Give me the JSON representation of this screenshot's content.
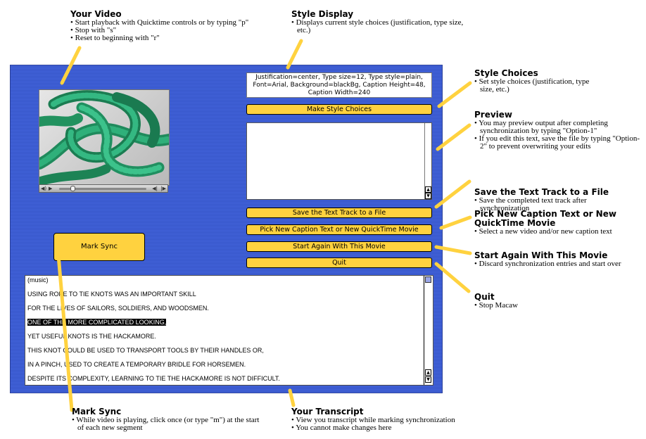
{
  "style_display": "Justification=center,  Type size=12, Type style=plain, Font=Arial, Background=blackBg, Caption Height=48, Caption Width=240",
  "buttons": {
    "make_style": "Make Style Choices",
    "save_track": "Save the Text Track to a File",
    "pick_new": "Pick New Caption Text or New QuickTime Movie",
    "start_again": "Start Again With This Movie",
    "quit": "Quit",
    "mark_sync": "Mark Sync"
  },
  "transcript": [
    "(music)",
    "USING ROPE TO TIE KNOTS WAS AN IMPORTANT SKILL",
    "FOR THE LIVES OF SAILORS, SOLDIERS, AND WOODSMEN.",
    "ONE OF THE MORE COMPLICATED LOOKING,",
    "YET USEFUL KNOTS IS THE HACKAMORE.",
    "THIS KNOT COULD BE USED TO TRANSPORT TOOLS BY THEIR HANDLES OR,",
    "IN A PINCH, USED TO CREATE A TEMPORARY BRIDLE FOR HORSEMEN.",
    "DESPITE ITS COMPLEXITY, LEARNING TO TIE THE HACKAMORE IS NOT DIFFICULT."
  ],
  "annotations": {
    "your_video": {
      "title": "Your Video",
      "items": [
        "Start playback with Quicktime controls or by typing \"p\"",
        "Stop with \"s\"",
        "Reset to beginning with \"r\""
      ]
    },
    "style_display": {
      "title": "Style Display",
      "items": [
        "Displays current style choices (justification, type size, etc.)"
      ]
    },
    "style_choices": {
      "title": "Style Choices",
      "items": [
        "Set style choices (justification, type size, etc.)"
      ]
    },
    "preview": {
      "title": "Preview",
      "items": [
        "You may preview output after completing synchronization by typing \"Option-1\"",
        "If you edit this text, save the file by typing \"Option-2\" to prevent overwriting your edits"
      ]
    },
    "save_track": {
      "title": "Save the Text Track to a File",
      "items": [
        "Save the completed text track after synchronization"
      ]
    },
    "pick_new": {
      "title": "Pick New Caption Text or New QuickTime Movie",
      "items": [
        "Select a new video and/or new caption text"
      ]
    },
    "start_again": {
      "title": "Start Again With This Movie",
      "items": [
        "Discard synchronization entries and start over"
      ]
    },
    "quit": {
      "title": "Quit",
      "items": [
        "Stop Macaw"
      ]
    },
    "mark_sync": {
      "title": "Mark Sync",
      "items": [
        "While video is playing, click once (or type \"m\") at the start of each new segment"
      ]
    },
    "your_transcript": {
      "title": "Your Transcript",
      "items": [
        "View you transcript while marking synchronization",
        "You cannot make changes here"
      ]
    }
  },
  "colors": {
    "panel": "#3d5cd0",
    "button": "#ffd23f",
    "arrow": "#ffd23f"
  }
}
